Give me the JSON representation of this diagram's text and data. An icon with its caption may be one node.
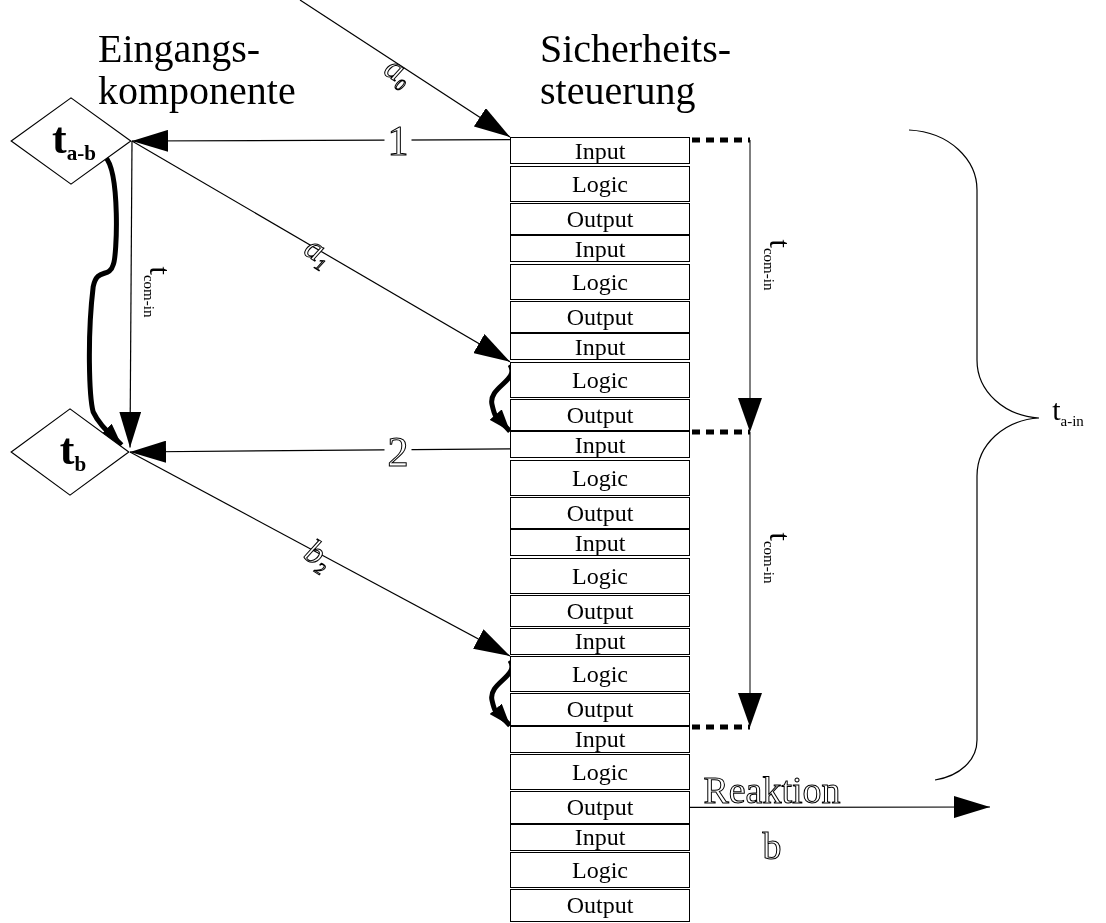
{
  "diagram": {
    "nodes": [
      {
        "text": [
          "t$_{a-b}$"
        ]
      },
      {
        "text": [
          "t$_{b}$"
        ]
      },
      {
        "text": [
          "Input"
        ]
      },
      {
        "text": [
          "Logic"
        ]
      },
      {
        "text": [
          "Output"
        ]
      },
      {
        "text": [
          "Input"
        ]
      },
      {
        "text": [
          "Logic"
        ]
      },
      {
        "text": [
          "Output"
        ]
      },
      {
        "text": [
          "Input"
        ]
      },
      {
        "text": [
          "Logic"
        ]
      },
      {
        "text": [
          "Output"
        ]
      },
      {
        "text": [
          "Input"
        ]
      },
      {
        "text": [
          "Logic"
        ]
      },
      {
        "text": [
          "Output"
        ]
      },
      {
        "text": [
          "Input"
        ]
      },
      {
        "text": [
          "Logic"
        ]
      },
      {
        "text": [
          "Output"
        ]
      },
      {
        "text": [
          "Input"
        ]
      },
      {
        "text": [
          "Logic"
        ]
      },
      {
        "text": [
          "Output"
        ]
      },
      {
        "text": [
          "Input"
        ]
      },
      {
        "text": [
          "Logic"
        ]
      },
      {
        "text": [
          "Output"
        ]
      },
      {
        "text": [
          "Input"
        ]
      },
      {
        "text": [
          "Logic"
        ]
      },
      {
        "text": [
          "Output"
        ]
      }
    ],
    "edges": [
      {
        "from": null,
        "to": 2,
        "arrow": "to",
        "label": "a$_{0}$"
      },
      {
        "from": 2,
        "to": 0,
        "arrow": "to",
        "label": "1"
      },
      {
        "from": 0,
        "to": 9,
        "arrow": "to",
        "label": "a$_{1}$"
      },
      {
        "from": 9,
        "to": 11,
        "arrow": "to",
        "style": "thick"
      },
      {
        "from": 11,
        "to": 1,
        "arrow": "to",
        "label": "2"
      },
      {
        "from": 1,
        "to": 18,
        "arrow": "to",
        "label": "b$_{2}$"
      },
      {
        "from": 18,
        "to": 20,
        "arrow": "to",
        "style": "thick"
      },
      {
        "from": 0,
        "to": 1,
        "arrow": "to",
        "style": "thick"
      },
      {
        "from": 0,
        "to": 1,
        "arrow": "to",
        "label": "t$_{com-in}$"
      },
      {
        "from": 22,
        "to": null,
        "arrow": "to",
        "label": "Reaktion"
      }
    ],
    "labels": [
      "Eingangs- komponente",
      "Sicherheits- steuerung",
      "t$_{com-in}$",
      "t$_{com-in}$",
      "t$_{a-in}$",
      "b"
    ]
  }
}
